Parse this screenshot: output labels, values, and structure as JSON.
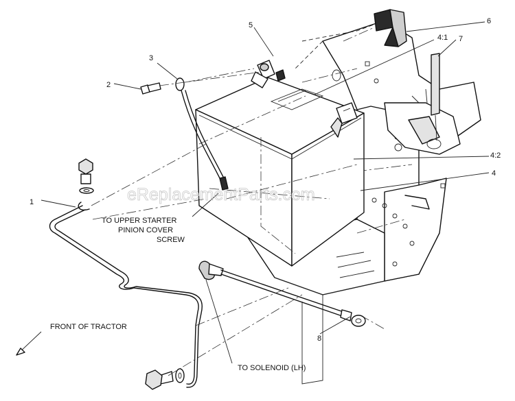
{
  "watermark": "eReplacementParts.com",
  "callouts": {
    "c1": "1",
    "c2": "2",
    "c3": "3",
    "c4": "4",
    "c4_1": "4:1",
    "c4_2": "4:2",
    "c5": "5",
    "c6": "6",
    "c7": "7",
    "c8": "8"
  },
  "notes": {
    "upper_starter_line1": "TO UPPER STARTER",
    "upper_starter_line2": "PINION COVER",
    "upper_starter_line3": "SCREW",
    "front_of_tractor": "FRONT OF TRACTOR",
    "to_solenoid": "TO SOLENOID (LH)"
  }
}
